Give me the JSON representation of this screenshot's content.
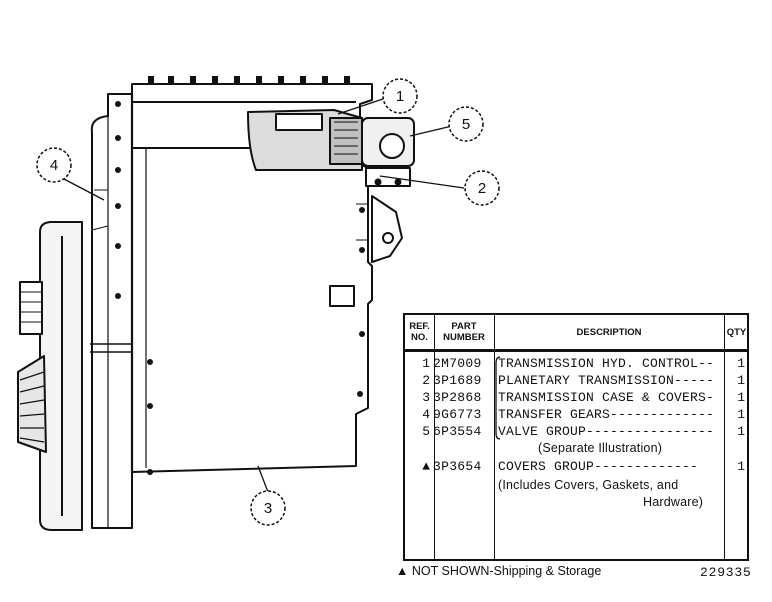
{
  "callouts": [
    "1",
    "2",
    "3",
    "4",
    "5"
  ],
  "table": {
    "headers": {
      "ref": "REF.\nNO.",
      "part": "PART\nNUMBER",
      "desc": "DESCRIPTION",
      "qty": "QTY"
    },
    "rows": [
      {
        "ref": "1",
        "part": "2M7009",
        "desc": "TRANSMISSION HYD. CONTROL--",
        "qty": "1"
      },
      {
        "ref": "2",
        "part": "3P1689",
        "desc": "PLANETARY TRANSMISSION-----",
        "qty": "1"
      },
      {
        "ref": "3",
        "part": "3P2868",
        "desc": "TRANSMISSION CASE & COVERS-",
        "qty": "1"
      },
      {
        "ref": "4",
        "part": "9G6773",
        "desc": "TRANSFER GEARS-------------",
        "qty": "1"
      },
      {
        "ref": "5",
        "part": "6P3554",
        "desc": "VALVE GROUP----------------",
        "qty": "1"
      },
      {
        "ref": "",
        "part": "",
        "desc": "(Separate Illustration)",
        "qty": ""
      },
      {
        "ref": "▲",
        "part": "3P3654",
        "desc": "COVERS GROUP-------------",
        "qty": "1"
      },
      {
        "ref": "",
        "part": "",
        "desc": "(Includes Covers, Gaskets, and",
        "qty": ""
      },
      {
        "ref": "",
        "part": "",
        "desc": "Hardware)",
        "qty": ""
      }
    ]
  },
  "footnote": "▲ NOT SHOWN-Shipping & Storage",
  "drawing_number": "229335"
}
